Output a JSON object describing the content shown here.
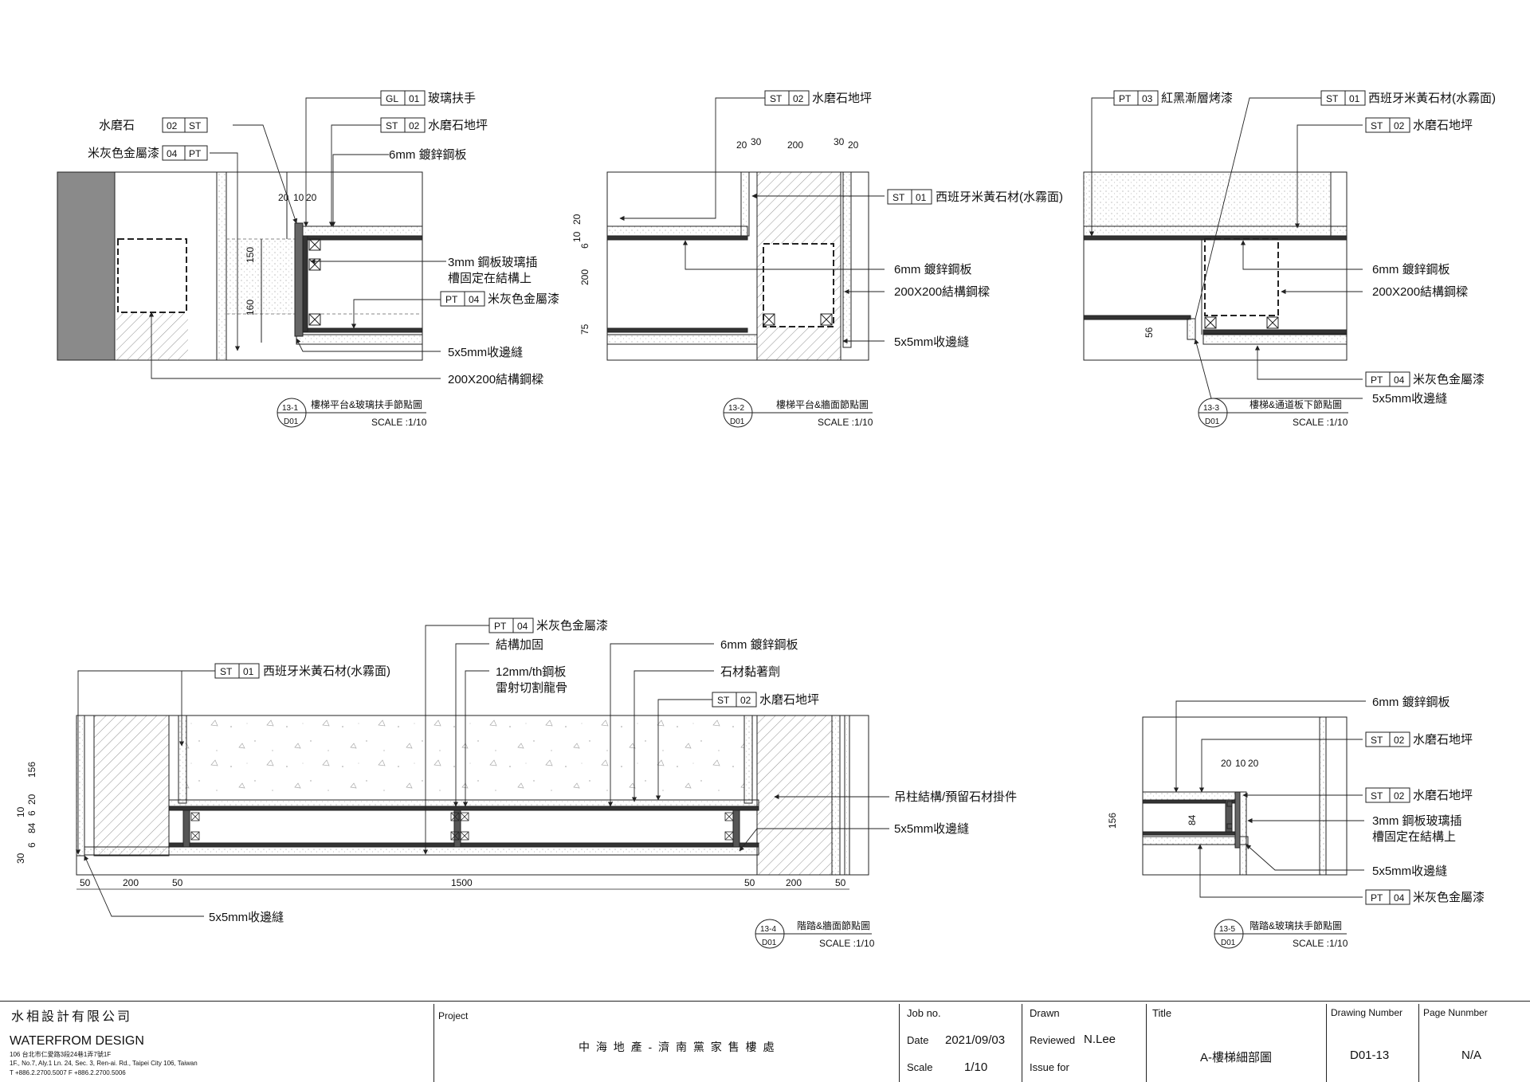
{
  "tags": {
    "gl01": [
      "GL",
      "01"
    ],
    "st02": [
      "ST",
      "02"
    ],
    "st01": [
      "ST",
      "01"
    ],
    "pt04": [
      "PT",
      "04"
    ],
    "pt03": [
      "PT",
      "03"
    ],
    "st02rev": [
      "02",
      "ST"
    ],
    "pt04rev": [
      "04",
      "PT"
    ]
  },
  "materials": {
    "glass_handrail": "玻璃扶手",
    "terrazzo": "水磨石",
    "terrazzo_floor": "水磨石地坪",
    "metallic_paint": "米灰色金屬漆",
    "metallic_paint_label": "米灰色金屬漆",
    "galv_plate": "6mm 鍍鋅鋼板",
    "glass_slot_1": "3mm 鋼板玻璃插",
    "glass_slot_2": "槽固定在結構上",
    "edge_joint": "5x5mm收邊縫",
    "steel_beam": "200X200結構鋼樑",
    "spanish_stone": "西班牙米黃石材(水霧面)",
    "red_black_paint": "紅黑漸層烤漆",
    "reinforce": "結構加固",
    "laser_keel_1": "12mm/th鋼板",
    "laser_keel_2": "雷射切割龍骨",
    "stone_adhesive": "石材黏著劑",
    "hanging_col": "吊柱結構/預留石材掛件"
  },
  "details": [
    {
      "num": "13-1",
      "sheet": "D01",
      "title": "樓梯平台&玻璃扶手節點圖",
      "scale": "SCALE :1/10"
    },
    {
      "num": "13-2",
      "sheet": "D01",
      "title": "樓梯平台&牆面節點圖",
      "scale": "SCALE :1/10"
    },
    {
      "num": "13-3",
      "sheet": "D01",
      "title": "樓梯&通道板下節點圖",
      "scale": "SCALE :1/10"
    },
    {
      "num": "13-4",
      "sheet": "D01",
      "title": "階踏&牆面節點圖",
      "scale": "SCALE :1/10"
    },
    {
      "num": "13-5",
      "sheet": "D01",
      "title": "階踏&玻璃扶手節點圖",
      "scale": "SCALE :1/10"
    }
  ],
  "dims": {
    "d1": [
      "20",
      "10",
      "20",
      "150",
      "160"
    ],
    "d2": [
      "20",
      "30",
      "200",
      "30",
      "20",
      "10",
      "20",
      "6",
      "200",
      "75"
    ],
    "d3": [
      "56"
    ],
    "d4": [
      "156",
      "20",
      "10",
      "6",
      "84",
      "6",
      "30",
      "50",
      "200",
      "50",
      "1500",
      "50",
      "200",
      "50"
    ],
    "d5": [
      "20",
      "10",
      "20",
      "156",
      "84"
    ]
  },
  "titleblock": {
    "company_cn": "水相設計有限公司",
    "company_en": "WATERFROM DESIGN",
    "addr_cn": "106 台北市仁愛路3段24巷1弄7號1F",
    "addr_en": "1F., No.7, Aly.1 Ln. 24, Sec. 3, Ren-ai. Rd., Taipei City 106, Taiwan",
    "phone": "T +886.2.2700.5007  F +886.2.2700.5006",
    "project_label": "Project",
    "project_name": "中 海 地 產 - 濟 南 黨 家 售 樓 處",
    "job_label": "Job no.",
    "date_label": "Date",
    "date_value": "2021/09/03",
    "scale_label": "Scale",
    "scale_value": "1/10",
    "drawn_label": "Drawn",
    "reviewed_label": "Reviewed",
    "reviewed_value": "N.Lee",
    "issue_label": "Issue for",
    "title_label": "Title",
    "title_value": "A-樓梯細部圖",
    "drawing_number_label": "Drawing Number",
    "drawing_number_value": "D01-13",
    "page_number_label": "Page Nunmber",
    "page_number_value": "N/A"
  }
}
